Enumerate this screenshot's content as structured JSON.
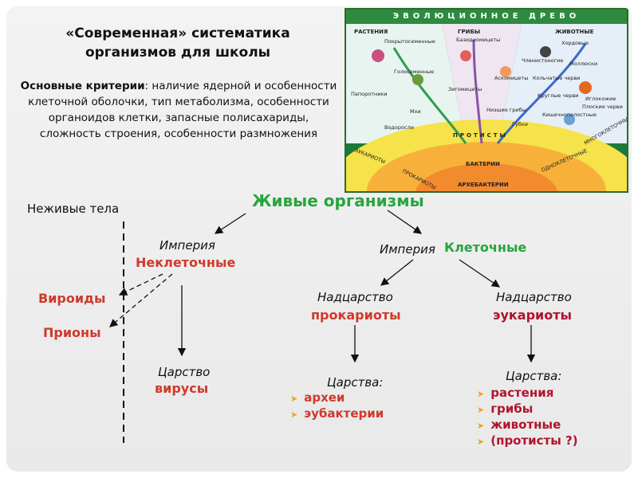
{
  "title": "«Современная» систематика организмов для школы",
  "criteria": {
    "label": "Основные критерии",
    "text": ": наличие ядерной и особенности клеточной оболочки, тип метаболизма, особенности органоидов клетки, запасные полисахариды, сложность строения, особенности размножения"
  },
  "tree_image": {
    "banner": "ЭВОЛЮЦИОННОЕ ДРЕВО",
    "headings": {
      "plants": "РАСТЕНИЯ",
      "fungi": "ГРИБЫ",
      "animals": "ЖИВОТНЫЕ"
    },
    "plants_labels": [
      "Покрытосеменные",
      "Голосеменные",
      "Папоротники",
      "Мхи",
      "Водоросли"
    ],
    "fungi_labels": [
      "Базидиомицеты",
      "Зигомицеты",
      "Аскомицеты",
      "Низшие грибы"
    ],
    "animals_labels": [
      "Хордовые",
      "Членистоногие",
      "Моллюски",
      "Кольчатые черви",
      "Иглокожие",
      "Круглые черви",
      "Плоские черви",
      "Кишечнополостные",
      "Губки"
    ],
    "protists": "ПРОТИСТЫ",
    "eukaryotes": "ЭУКАРИОТЫ",
    "prokaryotes": "ПРОКАРИОТЫ",
    "bacteria": "БАКТЕРИИ",
    "archaebacteria": "АРХЕБАКТЕРИИ",
    "unicellular": "ОДНОКЛЕТОЧНЫЕ",
    "multicellular": "МНОГОКЛЕТОЧНЫЕ"
  },
  "diagram": {
    "nonliving": "Неживые тела",
    "living": "Живые организмы",
    "empire_word": "Империя",
    "noncellular": "Неклеточные",
    "cellular": "Клеточные",
    "viroids": "Вироиды",
    "prions": "Прионы",
    "kingdom_word": "Царство",
    "viruses": "вирусы",
    "superkingdom_word": "Надцарство",
    "prokaryotes": "прокариоты",
    "eukaryotes": "эукариоты",
    "kingdoms_word": "Царства:",
    "prokaryote_kingdoms": [
      "археи",
      "эубактерии"
    ],
    "eukaryote_kingdoms": [
      "растения",
      "грибы",
      "животные",
      "(протисты ?)"
    ]
  },
  "colors": {
    "red": "#d0392b",
    "green": "#27a53f",
    "maroon": "#b0142f",
    "bullet": "#f0a020"
  }
}
